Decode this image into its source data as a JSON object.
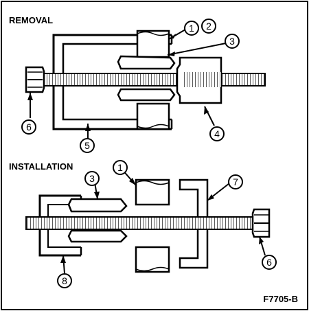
{
  "figure": {
    "removal_heading": "REMOVAL",
    "installation_heading": "INSTALLATION",
    "figure_code": "F7705-B"
  },
  "callouts": {
    "removal": [
      "1",
      "2",
      "3",
      "4",
      "5",
      "6"
    ],
    "installation": [
      "1",
      "3",
      "6",
      "7",
      "8"
    ]
  },
  "colors": {
    "ink": "#000000",
    "paper": "#ffffff"
  }
}
